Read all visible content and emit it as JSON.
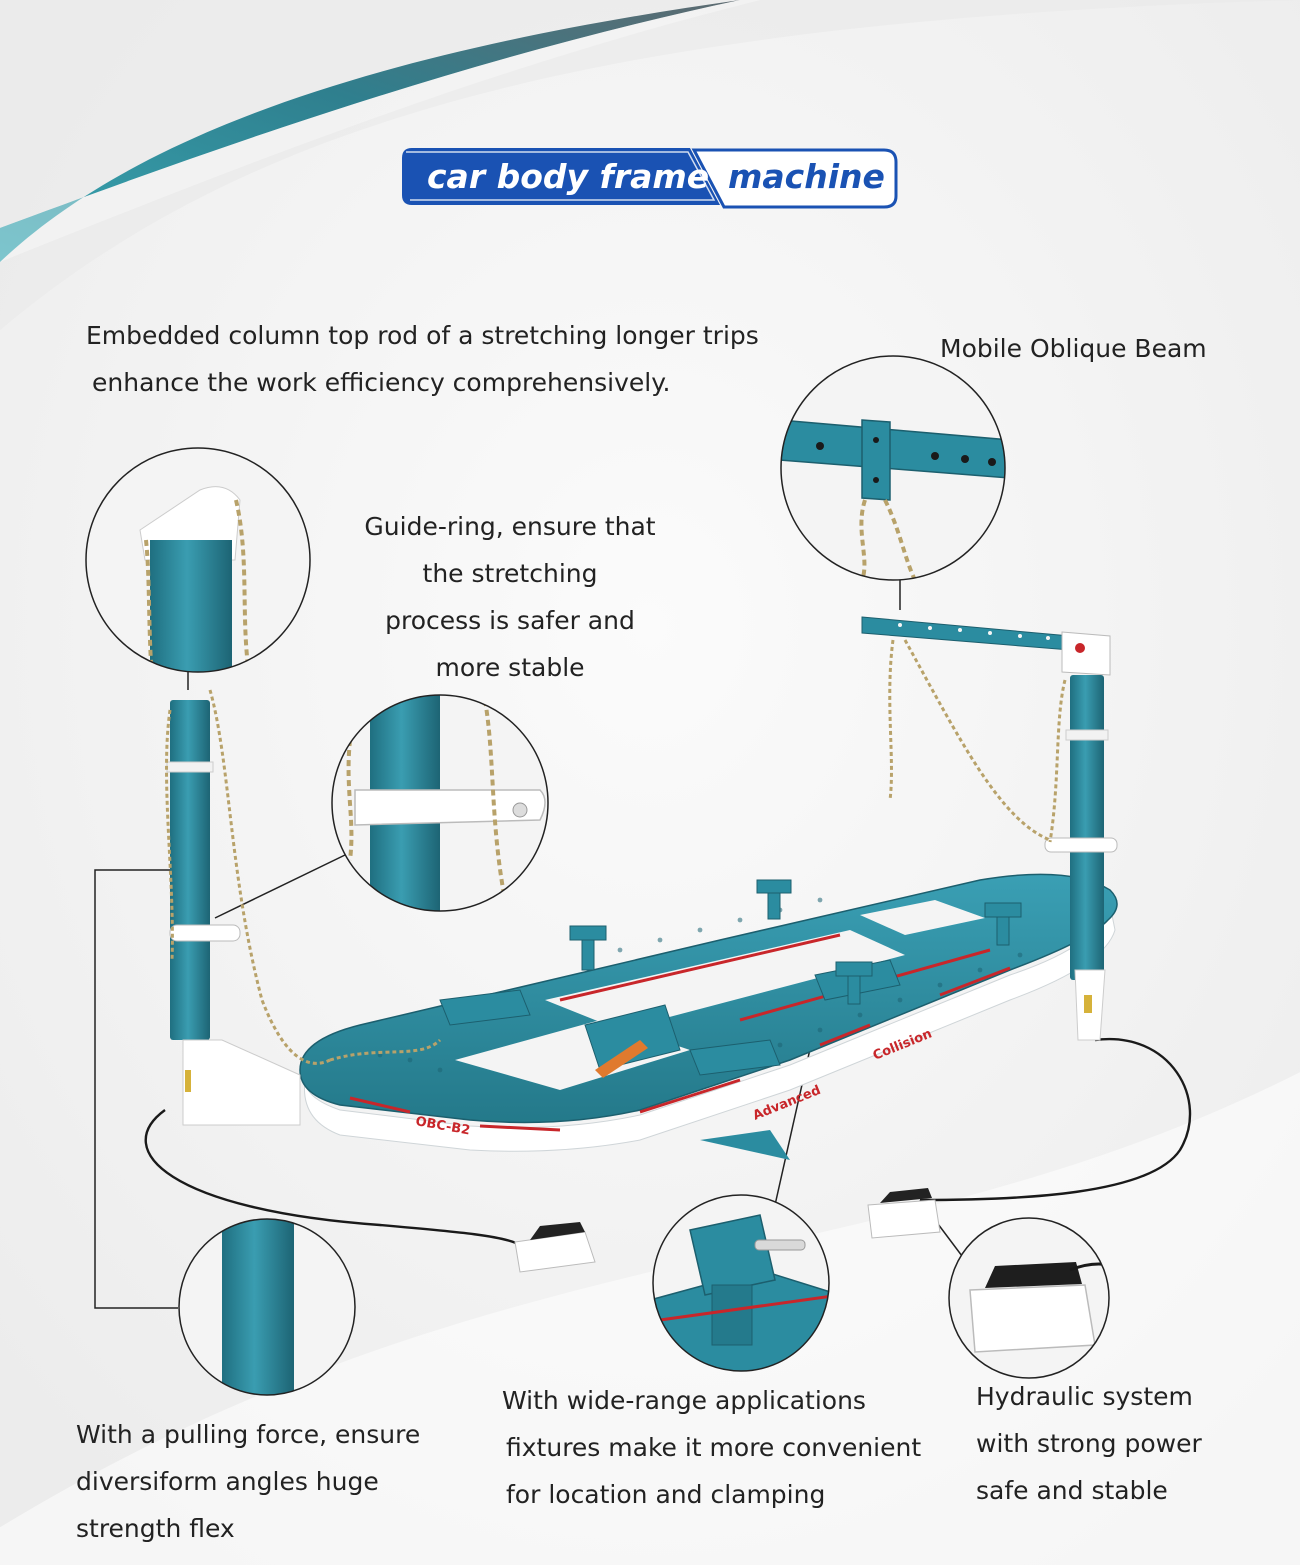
{
  "title": {
    "part1": "car body frame",
    "part2": "machine"
  },
  "colors": {
    "machine_teal": "#2b8ca0",
    "title_blue": "#1a52b3",
    "accent_red": "#c8262a",
    "swoosh_teal": "#3aa8b4"
  },
  "callouts": {
    "column_top": {
      "lines": [
        "Embedded column top rod of a stretching longer trips",
        "enhance the work efficiency comprehensively."
      ]
    },
    "oblique_beam": {
      "lines": [
        "Mobile Oblique Beam"
      ]
    },
    "guide_ring": {
      "lines": [
        "Guide-ring, ensure that",
        "the stretching",
        "process is safer and",
        "more stable"
      ]
    },
    "pulling_force": {
      "lines": [
        "With a pulling force, ensure",
        "diversiform angles huge",
        "strength flex"
      ]
    },
    "fixtures": {
      "lines": [
        "With wide-range applications",
        "fixtures make it more convenient",
        "for location and clamping"
      ]
    },
    "hydraulic": {
      "lines": [
        "Hydraulic system",
        "with strong power",
        "safe and stable"
      ]
    }
  },
  "machine_labels": {
    "model": "OBC-B2",
    "brand_1": "Advanced",
    "brand_2": "Collision"
  }
}
